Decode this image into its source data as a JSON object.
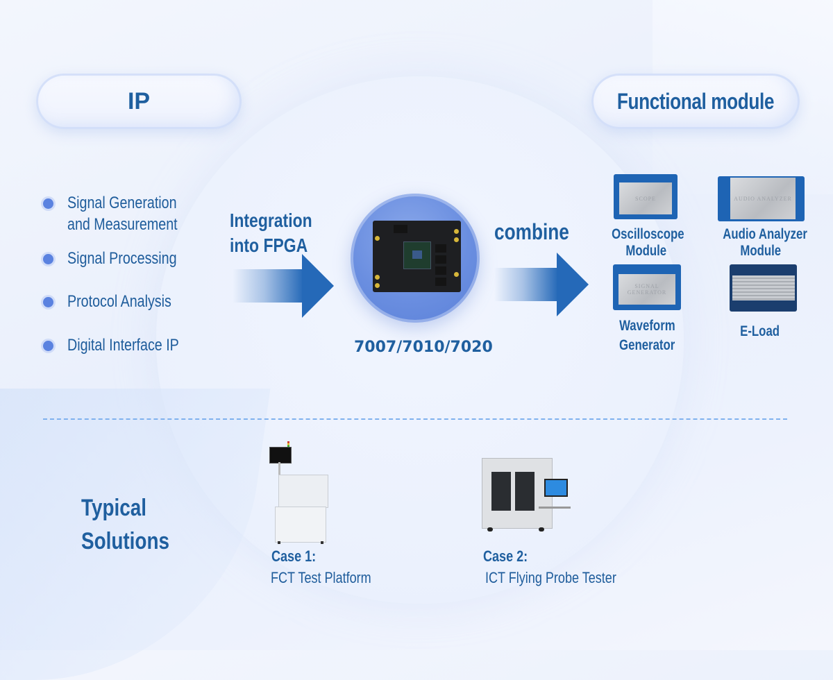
{
  "header": {
    "left_pill": "IP",
    "right_pill": "Functional module"
  },
  "ip_list": [
    "Signal Generation",
    "and Measurement",
    "Signal Processing",
    "Protocol Analysis",
    "Digital Interface IP"
  ],
  "flow": {
    "integration_label_line1": "Integration",
    "integration_label_line2": "into FPGA",
    "fpga_models": "7007/7010/7020",
    "combine_label": "combine"
  },
  "modules": [
    {
      "name_line1": "Oscilloscope",
      "name_line2": "Module",
      "shield_text": "SCOPE"
    },
    {
      "name_line1": "Audio Analyzer",
      "name_line2": "Module",
      "shield_text": "AUDIO ANALYZER"
    },
    {
      "name_line1": "Waveform",
      "name_line2": "Generator",
      "shield_text": "SIGNAL GENERATOR"
    },
    {
      "name_line1": "E-Load",
      "name_line2": "",
      "shield_text": ""
    }
  ],
  "solutions": {
    "title_line1": "Typical",
    "title_line2": "Solutions",
    "cases": [
      {
        "title": "Case 1:",
        "subtitle": "FCT Test Platform"
      },
      {
        "title": "Case 2:",
        "subtitle": "ICT Flying Probe Tester"
      }
    ]
  },
  "colors": {
    "primary_text": "#1f5f9f",
    "arrow_blue": "#2569b8",
    "bullet": "#5a82e0",
    "divider": "#7fb1ee"
  }
}
